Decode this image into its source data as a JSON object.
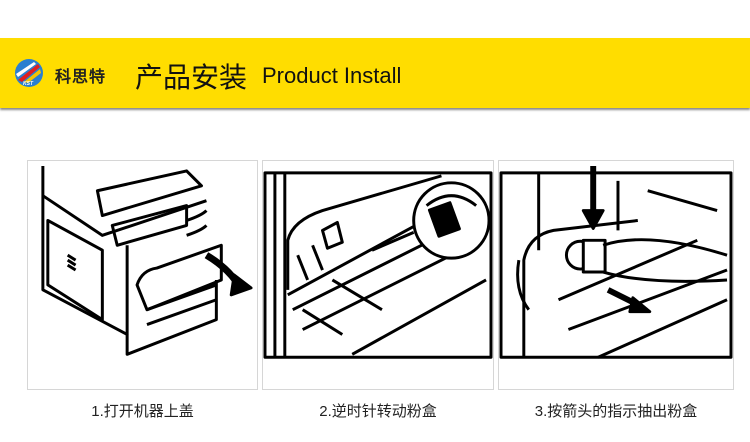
{
  "header": {
    "brand": "科思特",
    "logo_text": "KST",
    "title_cn": "产品安装",
    "title_en": "Product Install",
    "accent_color": "#FFDD00"
  },
  "steps": [
    {
      "caption": "1.打开机器上盖",
      "icon": "copier-open-cover-illustration"
    },
    {
      "caption": "2.逆时针转动粉盒",
      "icon": "rotate-toner-illustration"
    },
    {
      "caption": "3.按箭头的指示抽出粉盒",
      "icon": "pull-toner-illustration"
    }
  ]
}
